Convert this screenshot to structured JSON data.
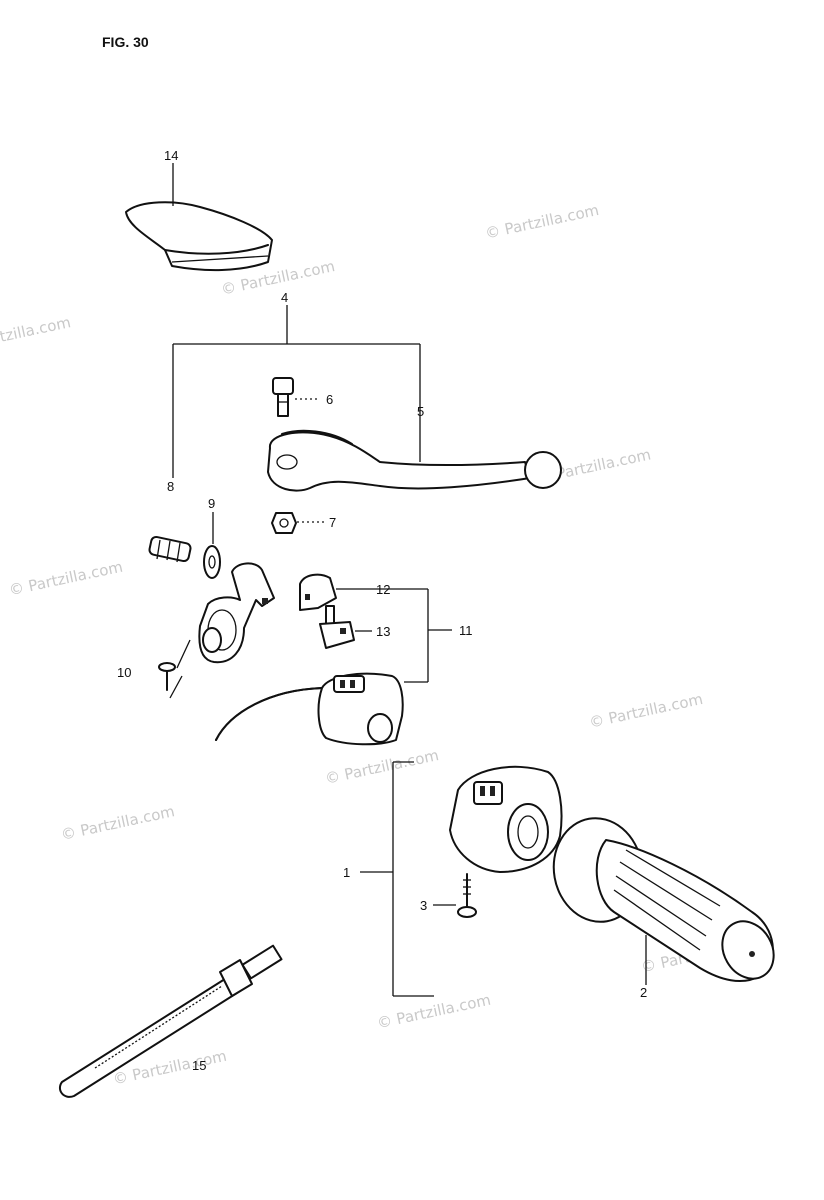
{
  "figure": {
    "title": "FIG. 30"
  },
  "watermark": {
    "text": "© Partzilla.com"
  },
  "callouts": {
    "c1": "1",
    "c2": "2",
    "c3": "3",
    "c4": "4",
    "c5": "5",
    "c6": "6",
    "c7": "7",
    "c8": "8",
    "c9": "9",
    "c10": "10",
    "c11": "11",
    "c12": "12",
    "c13": "13",
    "c14": "14",
    "c15": "15"
  },
  "colors": {
    "ink": "#111111",
    "background": "#ffffff",
    "watermark": "#c9c9c9"
  }
}
